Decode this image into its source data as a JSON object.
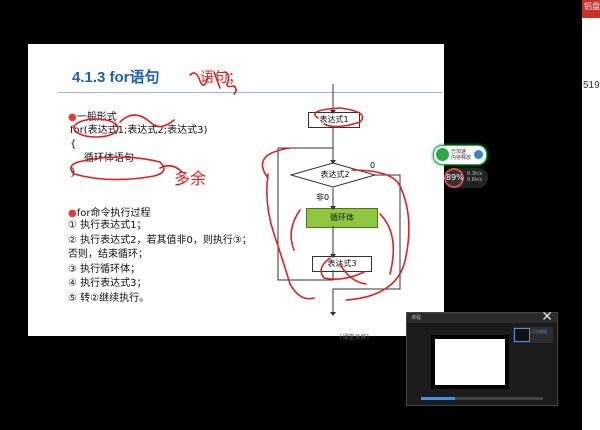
{
  "right_panel": {
    "number": "519",
    "top_badge": "铝盘"
  },
  "slide": {
    "title": "4.1.3 for语句",
    "bullet_general": "一般形式",
    "code_line1": "for(表达式1;表达式2;表达式3)",
    "code_line2": "{",
    "code_line3": "循环体语句",
    "code_line4": "}",
    "bullet_process": "for命令执行过程",
    "steps": [
      "① 执行表达式1；",
      "② 执行表达式2，若其值非0，则执行③；",
      "否则，结束循环；",
      "③ 执行循环体；",
      "④ 执行表达式3；",
      "⑤ 转②继续执行。"
    ],
    "flow": {
      "expr1": "表达式1",
      "expr2": "表达式2",
      "zero": "0",
      "nonzero": "非0",
      "loop_body": "循环体",
      "expr3": "表达式3"
    }
  },
  "annotations": {
    "title_note": "语句；",
    "redundant_note": "多余"
  },
  "float_widget": {
    "line1": "已加速",
    "line2": "内存释放"
  },
  "speed_widget": {
    "percent": "89%",
    "line1": "0.3k/s",
    "line2": "0.6k/s"
  },
  "mini_player": {
    "header": "课程",
    "side_text": "正在播放",
    "progress": 0.28
  },
  "watermark": "[课堂录屏]"
}
